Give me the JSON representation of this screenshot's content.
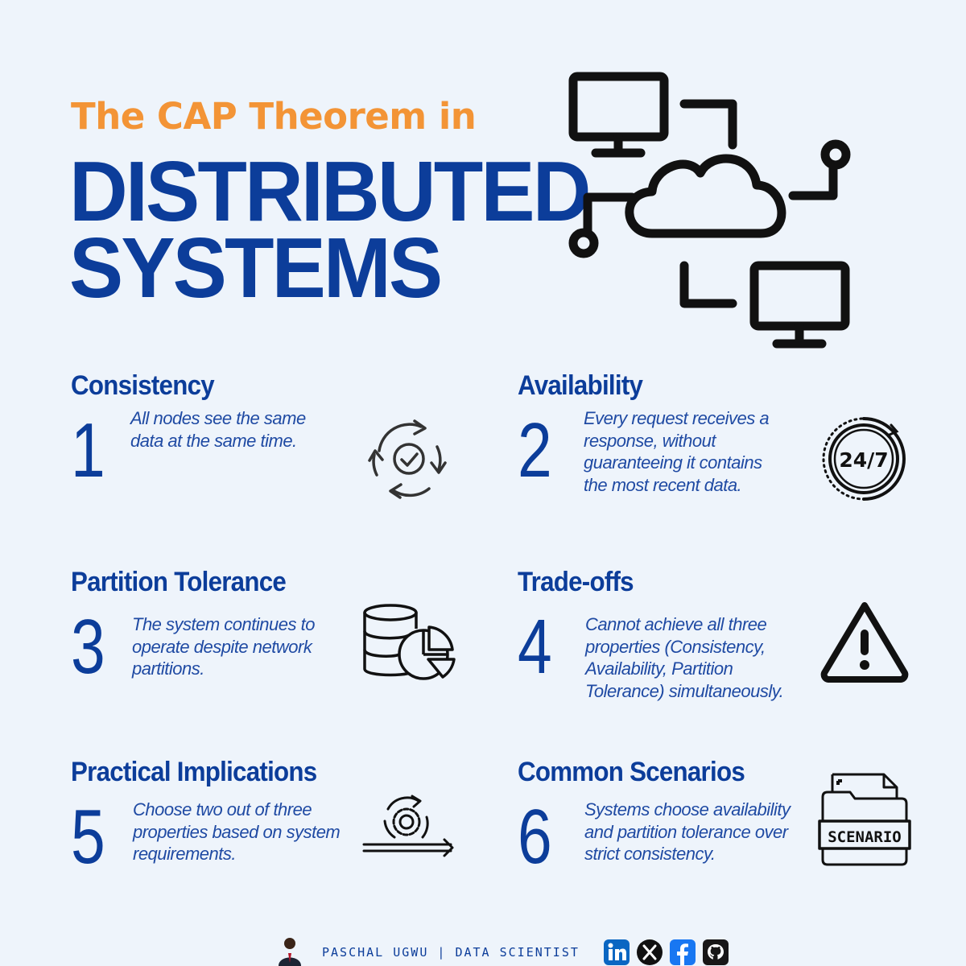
{
  "header": {
    "subtitle": "The CAP Theorem in",
    "title_line1": "DISTRIBUTED",
    "title_line2": "SYSTEMS",
    "hero_icon": "cloud-network-icon"
  },
  "cards": [
    {
      "title": "Consistency",
      "number": "1",
      "text": "All nodes see the same data at the same time.",
      "icon": "sync-check-icon"
    },
    {
      "title": "Availability",
      "number": "2",
      "text": "Every request receives a response, without guaranteeing it contains the most recent data.",
      "icon": "24-7-icon",
      "icon_text": "24/7"
    },
    {
      "title": "Partition Tolerance",
      "number": "3",
      "text": "The system continues to operate despite network partitions.",
      "icon": "database-pie-icon"
    },
    {
      "title": "Trade-offs",
      "number": "4",
      "text": "Cannot achieve all three properties (Consistency, Availability, Partition Tolerance) simultaneously.",
      "icon": "warning-icon"
    },
    {
      "title": "Practical Implications",
      "number": "5",
      "text": "Choose two out of three properties based on system requirements.",
      "icon": "gear-arrow-icon"
    },
    {
      "title": "Common Scenarios",
      "number": "6",
      "text": "Systems choose availability and partition tolerance over strict consistency.",
      "icon": "scenario-folder-icon",
      "icon_text": "SCENARIO"
    }
  ],
  "footer": {
    "author": "PASCHAL UGWU | DATA SCIENTIST",
    "social_icons": [
      "linkedin-icon",
      "x-icon",
      "facebook-icon",
      "github-icon"
    ]
  },
  "colors": {
    "background": "#eef4fb",
    "accent_orange": "#f39436",
    "brand_blue": "#0c3d9a",
    "text_blue": "#1f4aa3",
    "icon_dark": "#111111"
  }
}
